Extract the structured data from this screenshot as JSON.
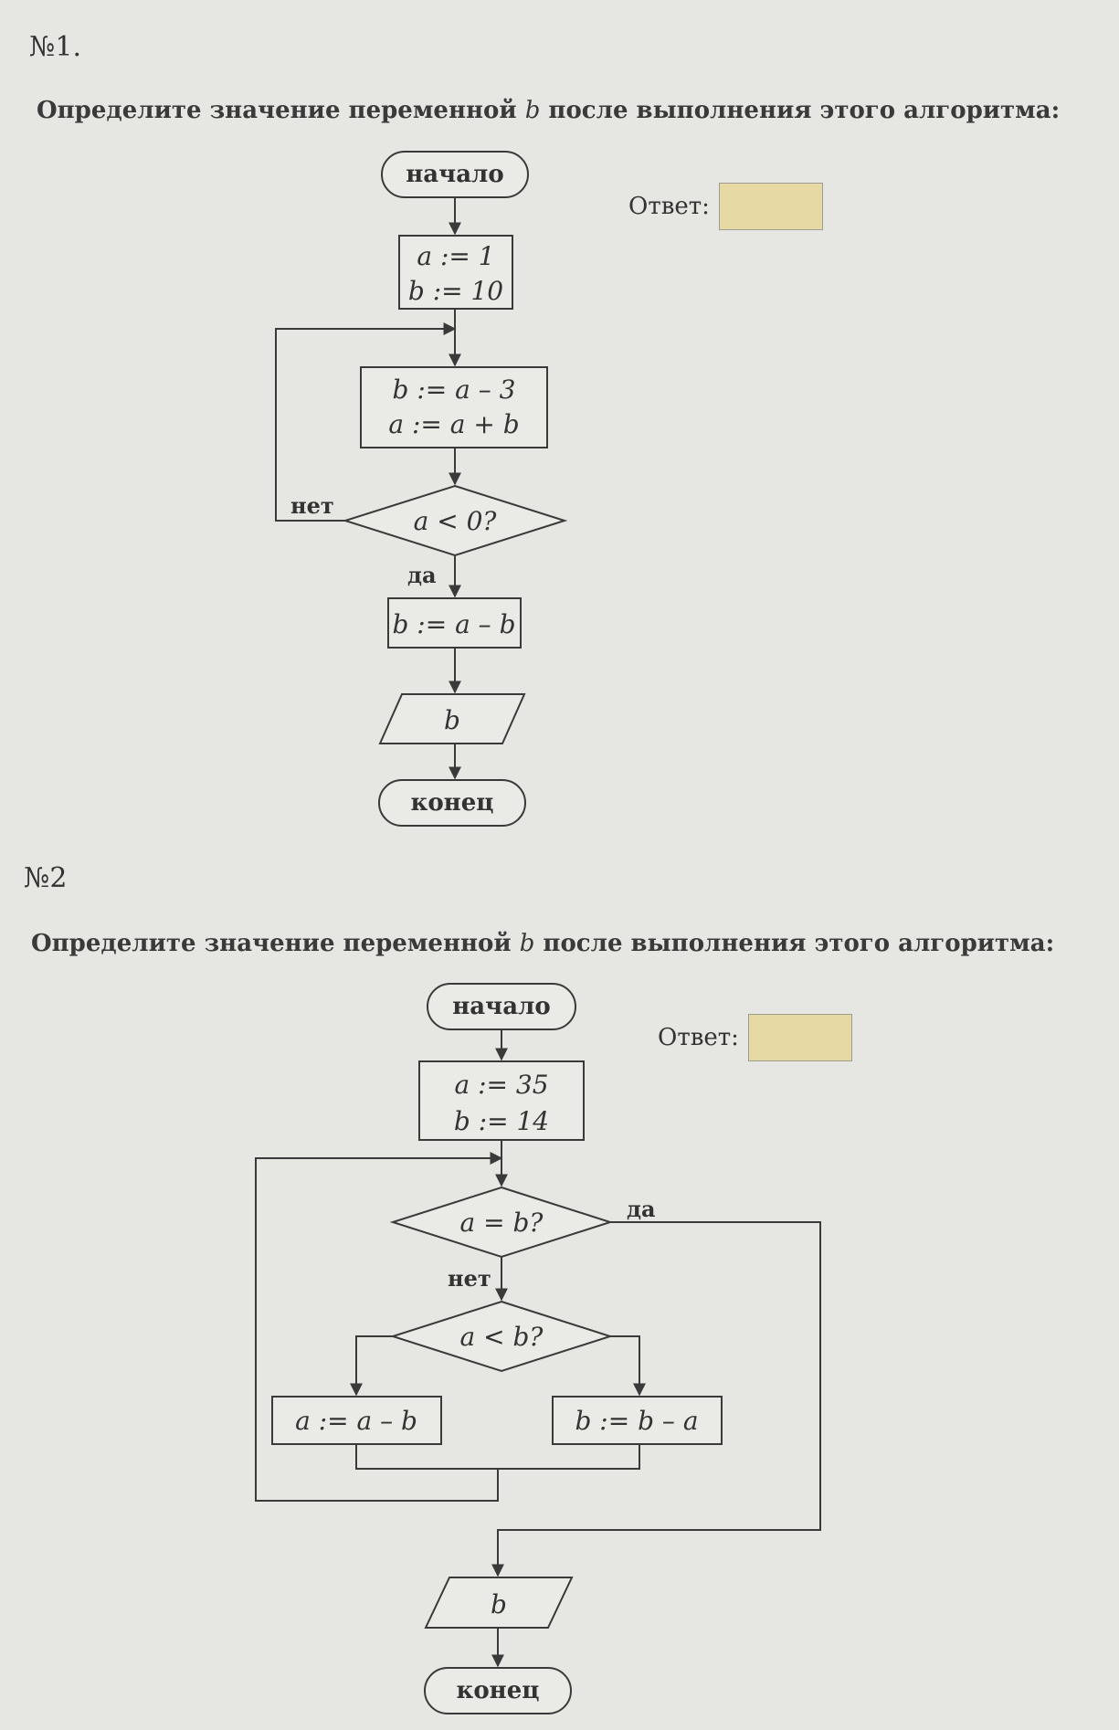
{
  "problems": [
    {
      "number": "№1.",
      "question_pre": "Определите значение переменной ",
      "question_var": "b",
      "question_post": " после выполнения этого алгоритма:",
      "answer_label": "Ответ:",
      "flow": {
        "start": "начало",
        "init_1": "a := 1",
        "init_2": "b := 10",
        "body_1": "b := a – 3",
        "body_2": "a := a + b",
        "condition": "a < 0?",
        "no": "нет",
        "yes": "да",
        "after": "b := a – b",
        "output": "b",
        "end": "конец"
      }
    },
    {
      "number": "№2",
      "question_pre": "Определите значение переменной ",
      "question_var": "b",
      "question_post": " после выполнения этого алгоритма:",
      "answer_label": "Ответ:",
      "flow": {
        "start": "начало",
        "init_1": "a := 35",
        "init_2": "b := 14",
        "condition_1": "a = b?",
        "yes": "да",
        "no": "нет",
        "condition_2": "a < b?",
        "left_action": "a := a – b",
        "right_action": "b := b – a",
        "output": "b",
        "end": "конец"
      }
    }
  ]
}
